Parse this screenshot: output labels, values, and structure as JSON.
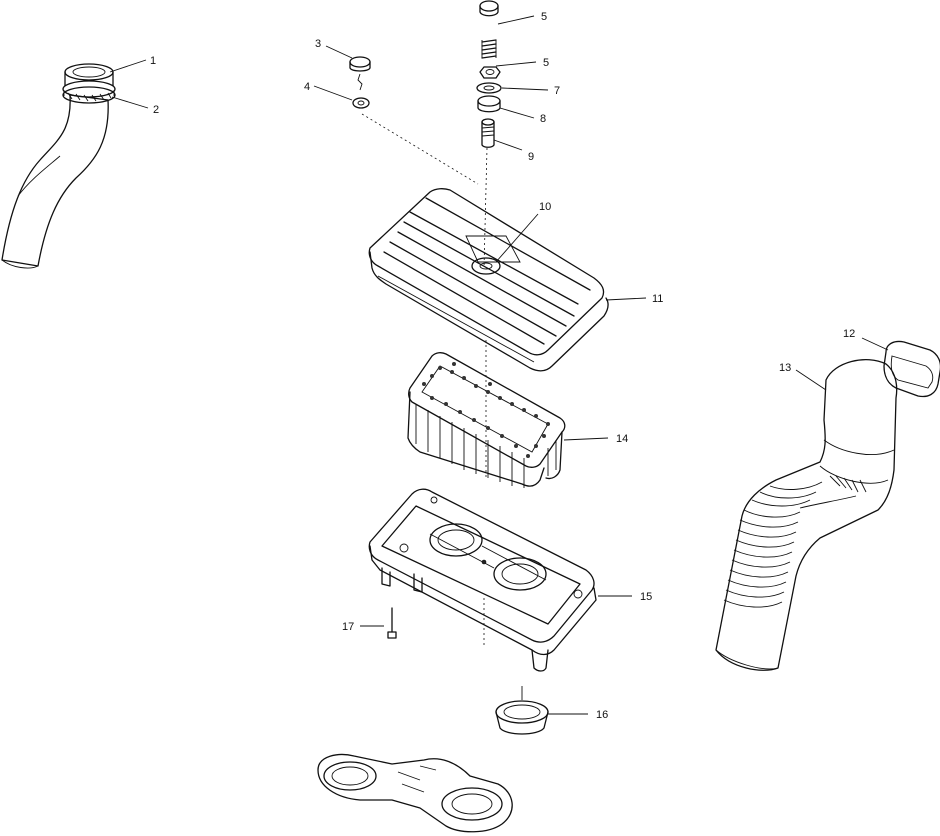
{
  "callouts": [
    {
      "id": "c1",
      "label": "1"
    },
    {
      "id": "c2",
      "label": "2"
    },
    {
      "id": "c3",
      "label": "3"
    },
    {
      "id": "c4",
      "label": "4"
    },
    {
      "id": "c5a",
      "label": "5"
    },
    {
      "id": "c5b",
      "label": "5"
    },
    {
      "id": "c7",
      "label": "7"
    },
    {
      "id": "c8",
      "label": "8"
    },
    {
      "id": "c9",
      "label": "9"
    },
    {
      "id": "c10",
      "label": "10"
    },
    {
      "id": "c11",
      "label": "11"
    },
    {
      "id": "c12",
      "label": "12"
    },
    {
      "id": "c13",
      "label": "13"
    },
    {
      "id": "c14",
      "label": "14"
    },
    {
      "id": "c15",
      "label": "15"
    },
    {
      "id": "c16",
      "label": "16"
    },
    {
      "id": "c17",
      "label": "17"
    }
  ]
}
